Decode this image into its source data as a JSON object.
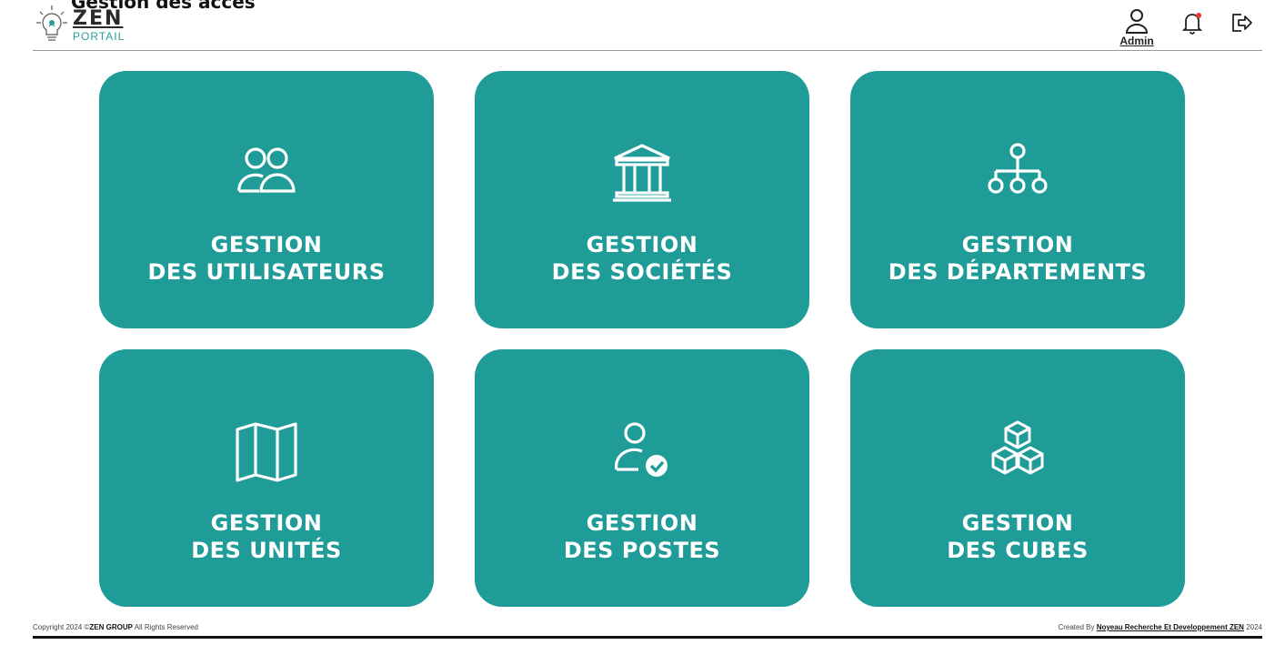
{
  "page": {
    "heading": "Gestion des accès"
  },
  "header": {
    "logo": {
      "name": "ZEN",
      "sub": "PORTAIL"
    },
    "user_label": "Admin",
    "icons": {
      "user": "user-icon",
      "notification": "bell-icon",
      "logout": "logout-icon"
    },
    "notification_dot_color": "#e53935"
  },
  "cards": [
    {
      "line1": "GESTION",
      "line2": "DES UTILISATEURS",
      "icon": "users-icon"
    },
    {
      "line1": "GESTION",
      "line2": "DES SOCIÉTÉS",
      "icon": "building-icon"
    },
    {
      "line1": "GESTION",
      "line2": "DES DÉPARTEMENTS",
      "icon": "org-chart-icon"
    },
    {
      "line1": "GESTION",
      "line2": "DES UNITÉS",
      "icon": "map-icon"
    },
    {
      "line1": "GESTION",
      "line2": "DES POSTES",
      "icon": "user-check-icon"
    },
    {
      "line1": "GESTION",
      "line2": "DES CUBES",
      "icon": "cubes-icon"
    }
  ],
  "footer": {
    "left_prefix": "Copyright 2024 ©",
    "left_brand": "ZEN GROUP",
    "left_suffix": " All Rights Reserved",
    "right_prefix": "Created By ",
    "right_link": "Noyeau Recherche Et Developpement ZEN",
    "right_suffix": " 2024"
  },
  "colors": {
    "card_bg": "#1f9b98",
    "accent": "#2a9d9b",
    "text": "#222222"
  }
}
